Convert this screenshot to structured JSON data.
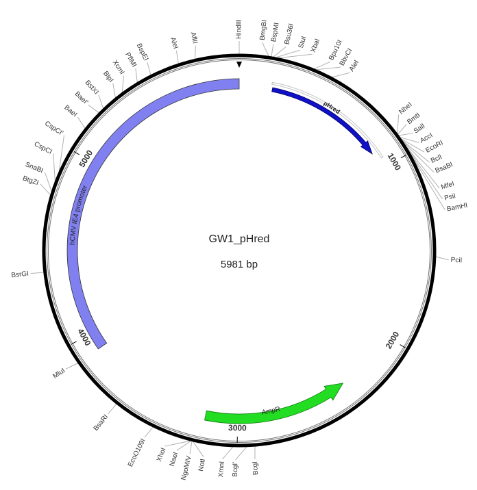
{
  "plasmid": {
    "name": "GW1_pHred",
    "size_label": "5981 bp",
    "length_bp": 5981
  },
  "ticks": [
    "1000",
    "2000",
    "3000",
    "4000",
    "5000"
  ],
  "features": [
    {
      "label": "hCMV IE4 promoter",
      "color": "#8080f0",
      "type": "promoter"
    },
    {
      "label": "pHred",
      "color": "#1010c8",
      "type": "gene"
    },
    {
      "label": "AmpR",
      "color": "#22dd22",
      "type": "gene"
    }
  ],
  "enzymes": [
    "HindIII",
    "AflII",
    "AleI",
    "BspEI",
    "PflMI",
    "XcmI",
    "BlpI",
    "BstXI",
    "BaeI'",
    "BaeI",
    "CspCI'",
    "CspCI",
    "SnaBI",
    "BtgZI",
    "BsrGI",
    "MluI",
    "BsaRI",
    "EcoO109I",
    "XhoI",
    "NaeI",
    "NgoMIV",
    "NotI",
    "XmnI",
    "BcgI'",
    "BcgI",
    "PciI",
    "NheI",
    "BmtI",
    "SalI",
    "AccI",
    "EcoRI",
    "BclI",
    "BsaBI",
    "MfeI",
    "PsiI",
    "BamHI",
    "BmgBI",
    "BspMI",
    "Bsu36I",
    "StuI",
    "XbaI",
    "Bpu10I",
    "BbvCI",
    "AleI"
  ],
  "colors": {
    "backbone": "#000000",
    "label_line": "#b0b0b0"
  }
}
